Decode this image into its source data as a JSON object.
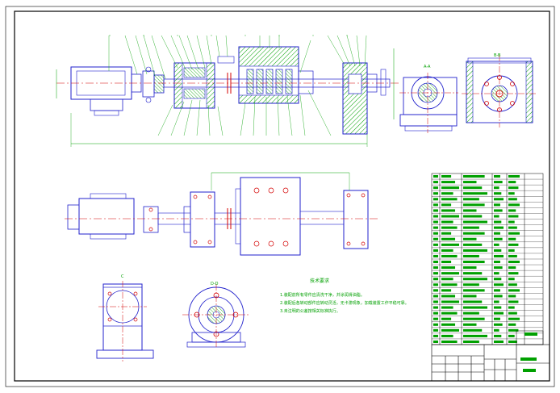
{
  "tech_requirements": {
    "title": "技术要求",
    "lines": [
      "1.装配前所有零件应清洗干净，并涂润滑油脂。",
      "2.装配后各转动部件应转动灵活，无卡滞现象，加载装置工作平稳可靠。",
      "3.未注明的公差按相关标准执行。"
    ]
  },
  "view_labels": {
    "a": "A-A",
    "b": "B-B",
    "c": "C",
    "d": "D-D"
  },
  "colors": {
    "outline": "#2222cc",
    "hatch": "#00a000",
    "centerline": "#d40000",
    "dimension": "#00a000",
    "frame": "#000000"
  }
}
